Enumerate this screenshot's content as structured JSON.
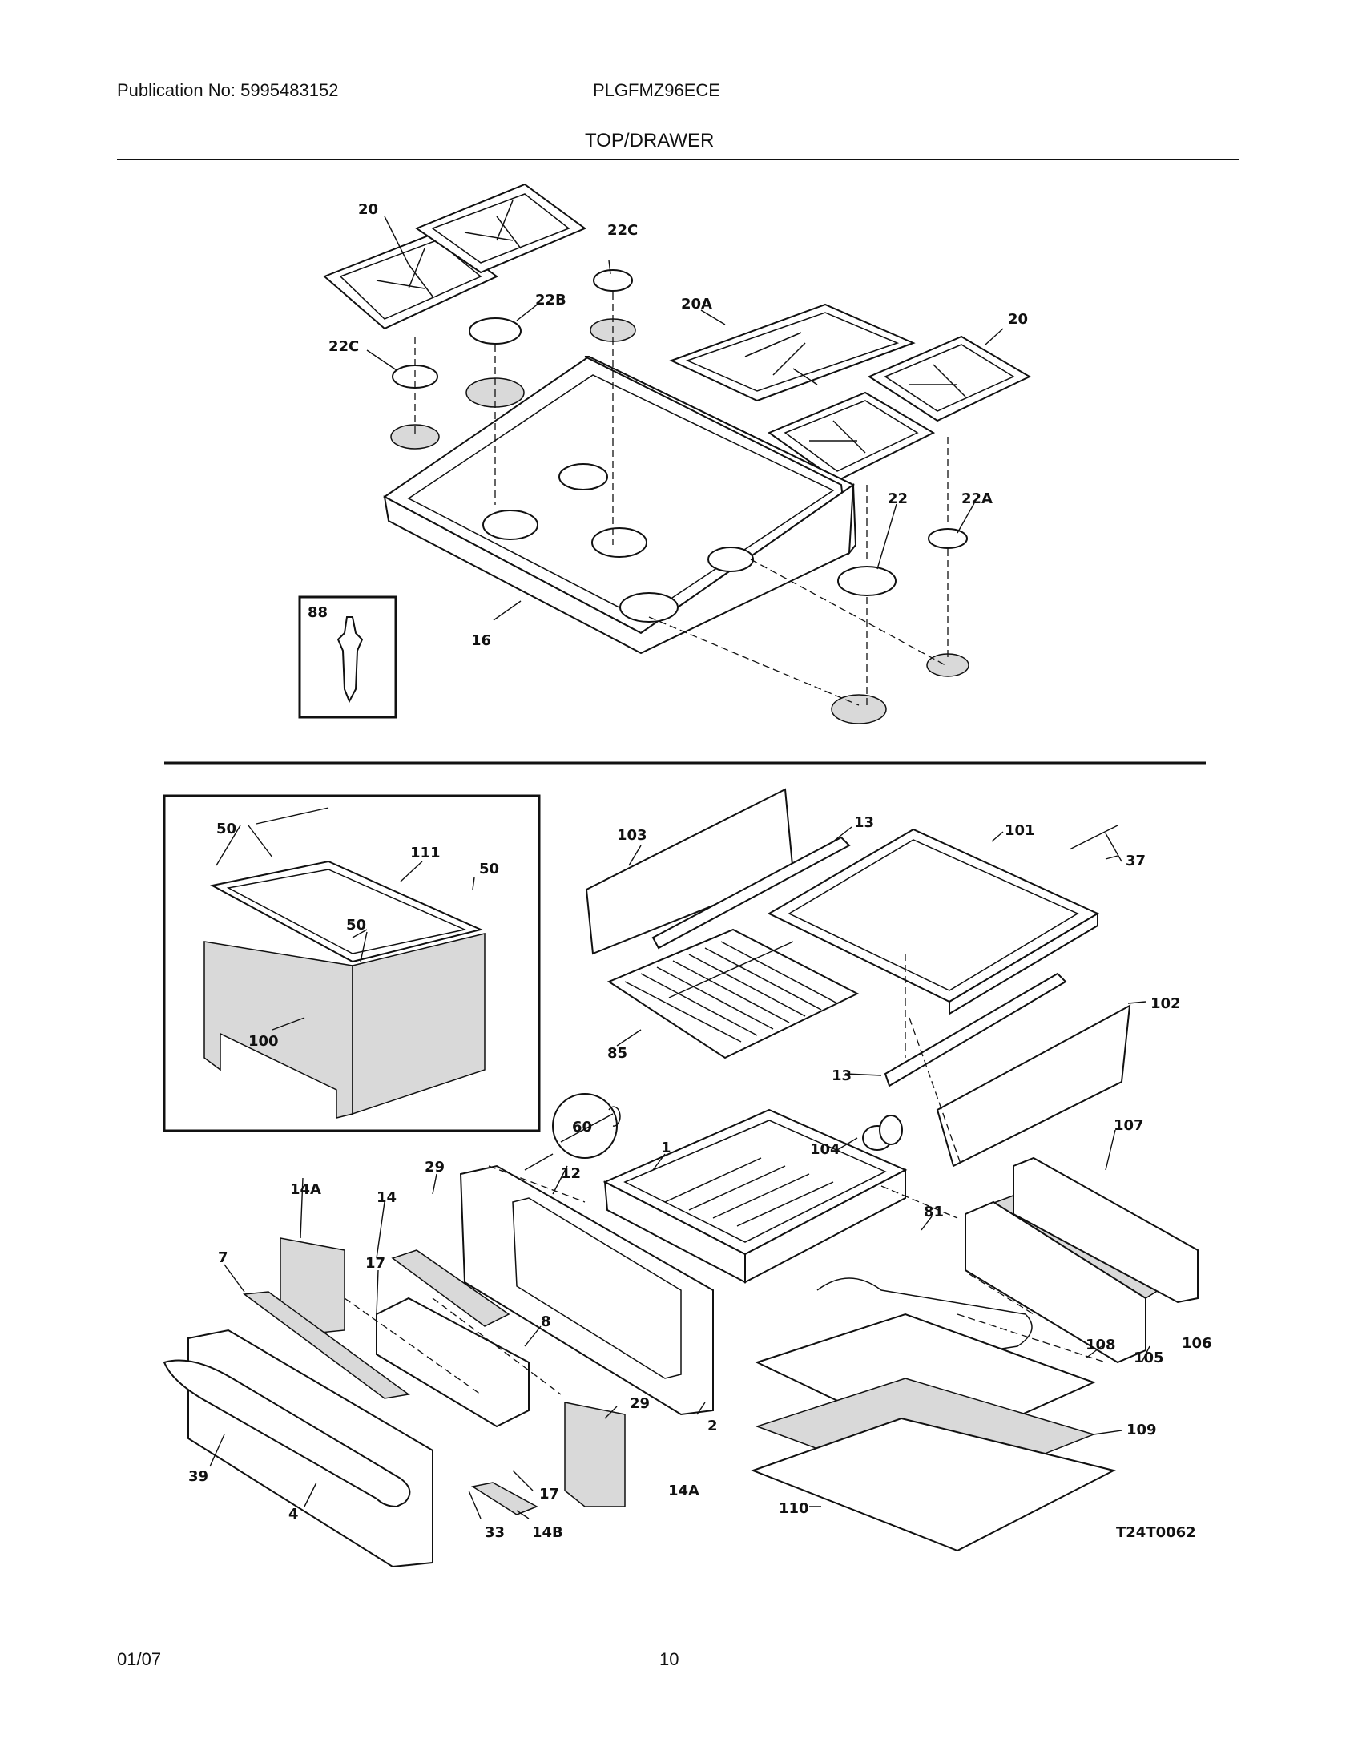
{
  "header": {
    "publication": "Publication No: 5995483152",
    "model": "PLGFMZ96ECE",
    "section_title": "TOP/DRAWER"
  },
  "footer": {
    "date": "01/07",
    "page_number": "10"
  },
  "diagram": {
    "figure_code": "T24T0062",
    "part_labels": {
      "p20a": "20",
      "p22c_top": "22C",
      "p22b": "22B",
      "p22c_left": "22C",
      "p20a_grate": "20A",
      "p20b": "20",
      "p22": "22",
      "p22a": "22A",
      "p16": "16",
      "p88": "88",
      "p50a": "50",
      "p50b": "50",
      "p50c": "50",
      "p111": "111",
      "p100": "100",
      "p103": "103",
      "p13a": "13",
      "p101": "101",
      "p37": "37",
      "p102": "102",
      "p85": "85",
      "p13b": "13",
      "p104": "104",
      "p60": "60",
      "p1": "1",
      "p29a": "29",
      "p12": "12",
      "p14a": "14A",
      "p14": "14",
      "p7": "7",
      "p17a": "17",
      "p8": "8",
      "p81": "81",
      "p107": "107",
      "p108": "108",
      "p105": "105",
      "p106": "106",
      "p109": "109",
      "p29b": "29",
      "p2": "2",
      "p39": "39",
      "p4": "4",
      "p17b": "17",
      "p14a_b": "14A",
      "p33": "33",
      "p14b": "14B",
      "p110": "110"
    }
  }
}
